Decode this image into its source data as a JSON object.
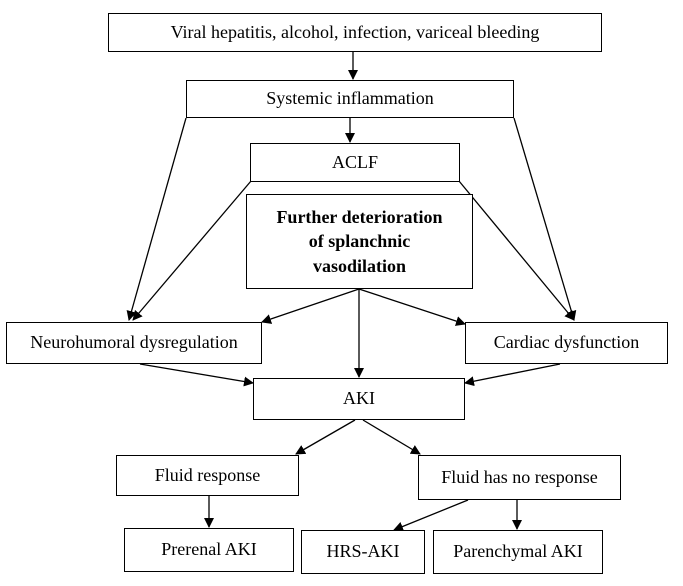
{
  "diagram": {
    "nodes": {
      "causes": "Viral hepatitis, alcohol, infection, variceal bleeding",
      "systemic": "Systemic inflammation",
      "aclf": "ACLF",
      "further_line1": "Further deterioration",
      "further_line2": "of splanchnic",
      "further_line3": "vasodilation",
      "neuro": "Neurohumoral dysregulation",
      "cardiac": "Cardiac dysfunction",
      "aki": "AKI",
      "fluid_response": "Fluid response",
      "fluid_no_response": "Fluid has no response",
      "prerenal": "Prerenal AKI",
      "hrs": "HRS-AKI",
      "parenchymal": "Parenchymal AKI"
    },
    "edges": [
      {
        "from": "causes",
        "to": "systemic"
      },
      {
        "from": "systemic",
        "to": "aclf"
      },
      {
        "from": "systemic",
        "to": "neuro"
      },
      {
        "from": "systemic",
        "to": "cardiac"
      },
      {
        "from": "aclf",
        "to": "neuro"
      },
      {
        "from": "aclf",
        "to": "cardiac"
      },
      {
        "from": "further",
        "to": "neuro"
      },
      {
        "from": "further",
        "to": "aki"
      },
      {
        "from": "further",
        "to": "cardiac"
      },
      {
        "from": "neuro",
        "to": "aki"
      },
      {
        "from": "cardiac",
        "to": "aki"
      },
      {
        "from": "aki",
        "to": "fluid_response"
      },
      {
        "from": "aki",
        "to": "fluid_no_response"
      },
      {
        "from": "fluid_response",
        "to": "prerenal"
      },
      {
        "from": "fluid_no_response",
        "to": "hrs"
      },
      {
        "from": "fluid_no_response",
        "to": "parenchymal"
      }
    ],
    "colors": {
      "stroke": "#000000",
      "fill": "#ffffff",
      "text": "#000000"
    }
  }
}
